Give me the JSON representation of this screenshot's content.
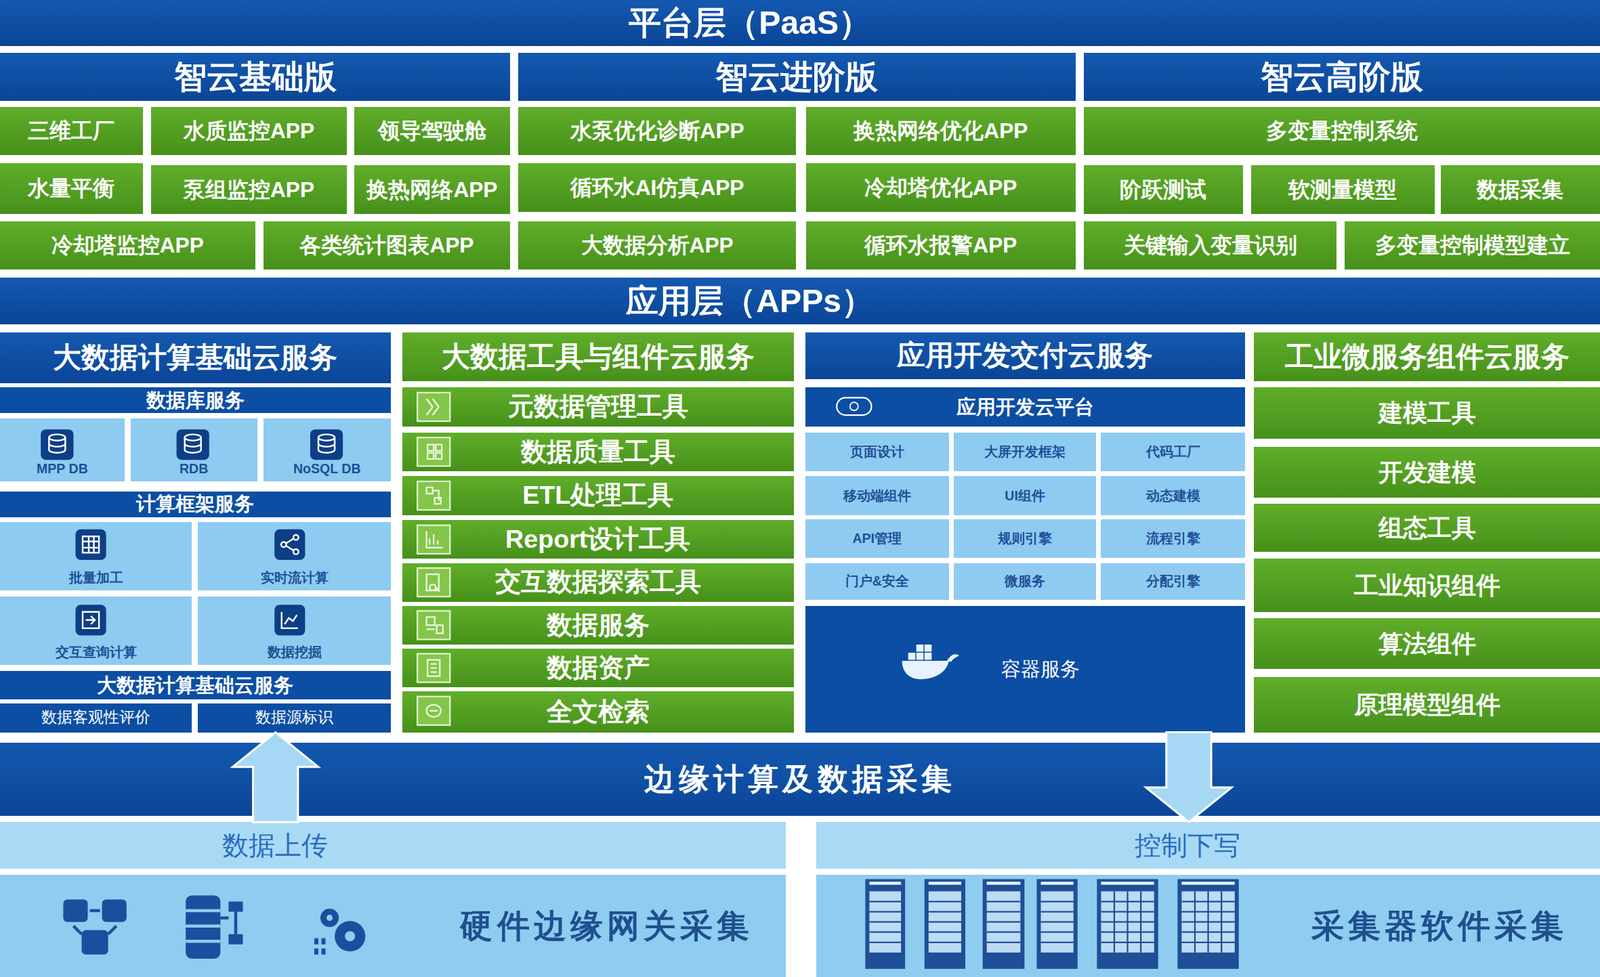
{
  "diagram": {
    "nodes": [
      {
        "text": [
          "平台层（PaaS）"
        ]
      },
      {
        "text": [
          "智云基础版"
        ]
      },
      {
        "text": [
          "智云进阶版"
        ]
      },
      {
        "text": [
          "智云高阶版"
        ]
      },
      {
        "text": [
          "三维工厂"
        ]
      },
      {
        "text": [
          "水质监控APP"
        ]
      },
      {
        "text": [
          "领导驾驶舱"
        ]
      },
      {
        "text": [
          "水泵优化诊断APP"
        ]
      },
      {
        "text": [
          "换热网络优化APP"
        ]
      },
      {
        "text": [
          "多变量控制系统"
        ]
      },
      {
        "text": [
          "水量平衡"
        ]
      },
      {
        "text": [
          "泵组监控APP"
        ]
      },
      {
        "text": [
          "换热网络APP"
        ]
      },
      {
        "text": [
          "循环水AI仿真APP"
        ]
      },
      {
        "text": [
          "冷却塔优化APP"
        ]
      },
      {
        "text": [
          "阶跃测试"
        ]
      },
      {
        "text": [
          "软测量模型"
        ]
      },
      {
        "text": [
          "数据采集"
        ]
      },
      {
        "text": [
          "冷却塔监控APP"
        ]
      },
      {
        "text": [
          "各类统计图表APP"
        ]
      },
      {
        "text": [
          "大数据分析APP"
        ]
      },
      {
        "text": [
          "循环水报警APP"
        ]
      },
      {
        "text": [
          "关键输入变量识别"
        ]
      },
      {
        "text": [
          "多变量控制模型建立"
        ]
      },
      {
        "text": [
          "应用层（APPs）"
        ]
      },
      {
        "text": [
          "大数据计算基础云服务"
        ]
      },
      {
        "text": [
          "数据库服务"
        ],
        "in": 25
      },
      {
        "text": [
          "MPP DB"
        ],
        "in": 25
      },
      {
        "text": [
          "RDB"
        ],
        "in": 25
      },
      {
        "text": [
          "NoSQL DB"
        ],
        "in": 25
      },
      {
        "text": [
          "计算框架服务"
        ],
        "in": 25
      },
      {
        "text": [
          "批量加工"
        ],
        "in": 25
      },
      {
        "text": [
          "实时流计算"
        ],
        "in": 25
      },
      {
        "text": [
          "交互查询计算"
        ],
        "in": 25
      },
      {
        "text": [
          "数据挖掘"
        ],
        "in": 25
      },
      {
        "text": [
          "大数据计算基础云服务"
        ],
        "in": 25
      },
      {
        "text": [
          "数据客观性评价"
        ],
        "in": 25
      },
      {
        "text": [
          "数据源标识"
        ],
        "in": 25
      },
      {
        "text": [
          "大数据工具与组件云服务"
        ]
      },
      {
        "text": [
          "元数据管理工具"
        ],
        "in": 38
      },
      {
        "text": [
          "数据质量工具"
        ],
        "in": 38
      },
      {
        "text": [
          "ETL处理工具"
        ],
        "in": 38
      },
      {
        "text": [
          "Report设计工具"
        ],
        "in": 38
      },
      {
        "text": [
          "交互数据探索工具"
        ],
        "in": 38
      },
      {
        "text": [
          "数据服务"
        ],
        "in": 38
      },
      {
        "text": [
          "数据资产"
        ],
        "in": 38
      },
      {
        "text": [
          "全文检索"
        ],
        "in": 38
      },
      {
        "text": [
          "应用开发交付云服务"
        ]
      },
      {
        "text": [
          "应用开发云平台"
        ],
        "in": 47
      },
      {
        "text": [
          "页面设计"
        ],
        "in": 47
      },
      {
        "text": [
          "大屏开发框架"
        ],
        "in": 47
      },
      {
        "text": [
          "代码工厂"
        ],
        "in": 47
      },
      {
        "text": [
          "移动端组件"
        ],
        "in": 47
      },
      {
        "text": [
          "UI组件"
        ],
        "in": 47
      },
      {
        "text": [
          "动态建模"
        ],
        "in": 47
      },
      {
        "text": [
          "API管理"
        ],
        "in": 47
      },
      {
        "text": [
          "规则引擎"
        ],
        "in": 47
      },
      {
        "text": [
          "流程引擎"
        ],
        "in": 47
      },
      {
        "text": [
          "门户&安全"
        ],
        "in": 47
      },
      {
        "text": [
          "微服务"
        ],
        "in": 47
      },
      {
        "text": [
          "分配引擎"
        ],
        "in": 47
      },
      {
        "text": [
          "容器服务"
        ],
        "in": 47
      },
      {
        "text": [
          "工业微服务组件云服务"
        ]
      },
      {
        "text": [
          "建模工具"
        ],
        "in": 62
      },
      {
        "text": [
          "开发建模"
        ],
        "in": 62
      },
      {
        "text": [
          "组态工具"
        ],
        "in": 62
      },
      {
        "text": [
          "工业知识组件"
        ],
        "in": 62
      },
      {
        "text": [
          "算法组件"
        ],
        "in": 62
      },
      {
        "text": [
          "原理模型组件"
        ],
        "in": 62
      },
      {
        "text": [
          "边缘计算及数据采集"
        ]
      },
      {
        "text": [
          "数据上传"
        ]
      },
      {
        "text": [
          "硬件边缘网关采集"
        ]
      },
      {
        "text": [
          "控制下写"
        ]
      },
      {
        "text": [
          "采集器软件采集"
        ]
      }
    ],
    "edges": [
      {
        "from": 70,
        "to": 25,
        "arrow": "to"
      },
      {
        "from": 47,
        "to": 72,
        "arrow": "to"
      }
    ]
  }
}
